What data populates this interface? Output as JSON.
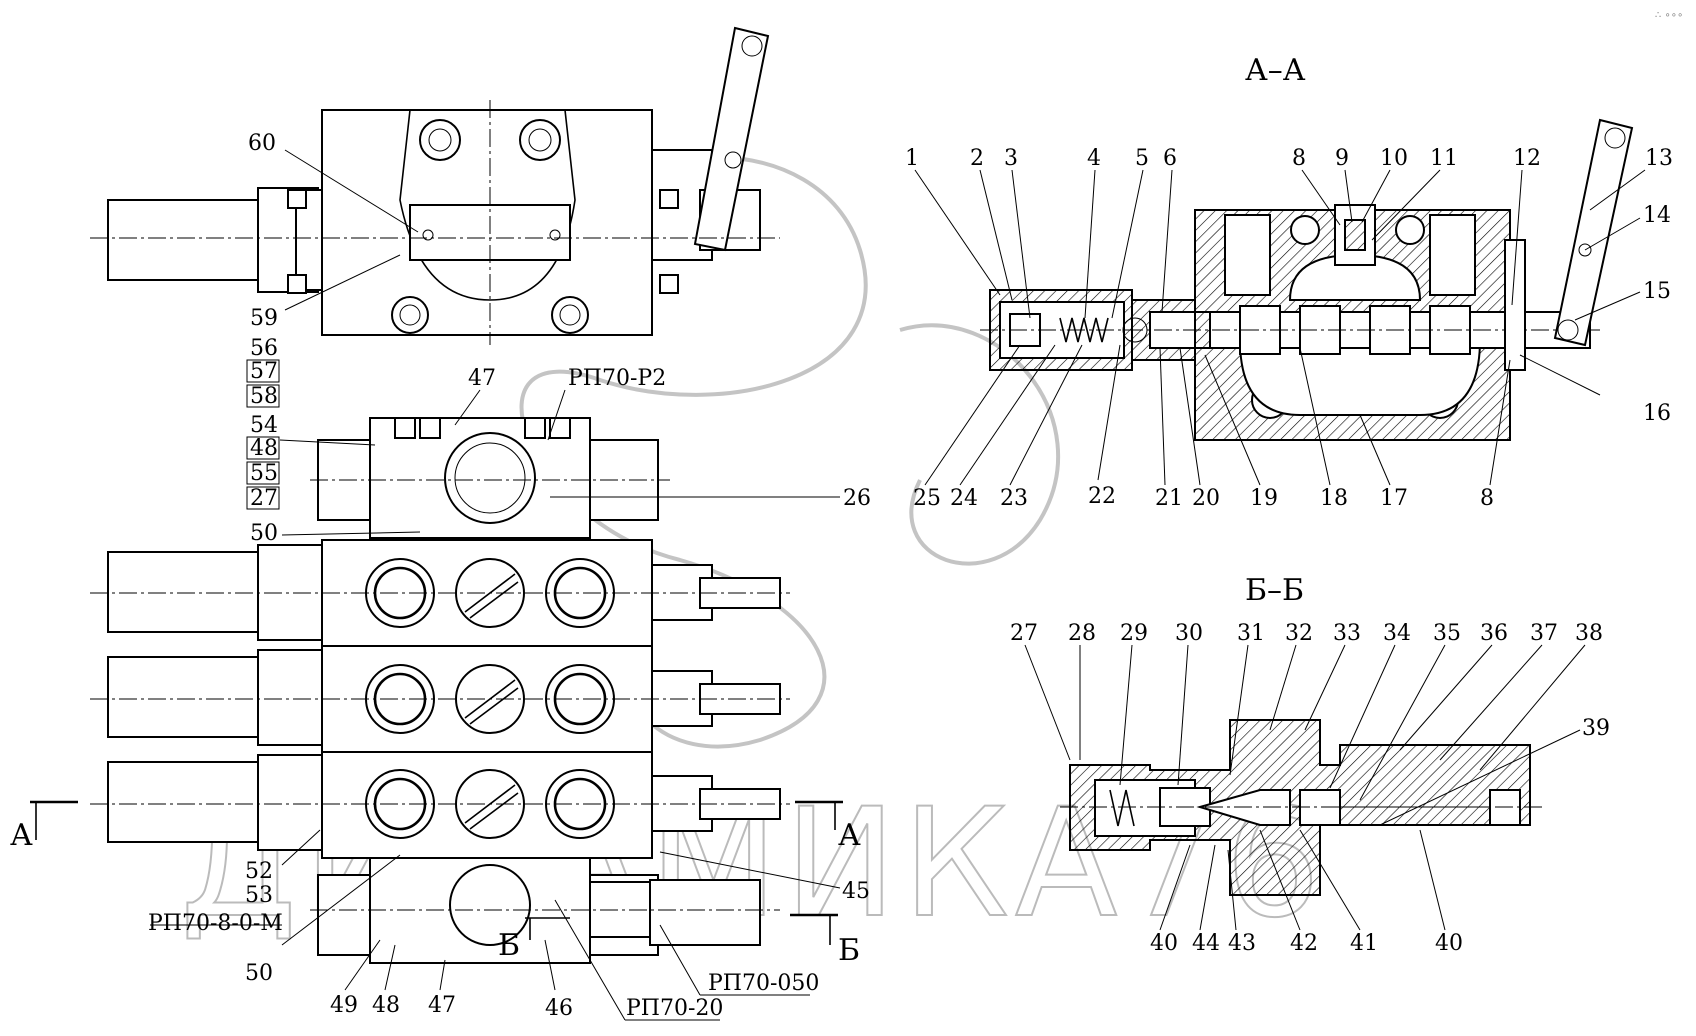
{
  "section_titles": {
    "aa": "А–А",
    "bb": "Б–Б"
  },
  "watermark": "ДИНАМИКА76",
  "part_numbers_left": [
    "60",
    "59",
    "56",
    "57",
    "58",
    "54",
    "48",
    "55",
    "27",
    "47",
    "26",
    "50",
    "52",
    "53",
    "50",
    "49",
    "48",
    "47",
    "46",
    "45"
  ],
  "part_numbers_aa": [
    "1",
    "2",
    "3",
    "4",
    "5",
    "6",
    "8",
    "9",
    "10",
    "11",
    "12",
    "13",
    "14",
    "15",
    "16",
    "8",
    "17",
    "18",
    "19",
    "20",
    "21",
    "22",
    "23",
    "24",
    "25"
  ],
  "part_numbers_bb": [
    "27",
    "28",
    "29",
    "30",
    "31",
    "32",
    "33",
    "34",
    "35",
    "36",
    "37",
    "38",
    "39",
    "40",
    "44",
    "43",
    "42",
    "41",
    "40"
  ],
  "designations": {
    "p2": "РП70-Р2",
    "p8": "РП70-8-0-М",
    "p050": "РП70-050",
    "p20": "РП70-20"
  },
  "section_marks": {
    "a": "А",
    "b": "Б"
  }
}
